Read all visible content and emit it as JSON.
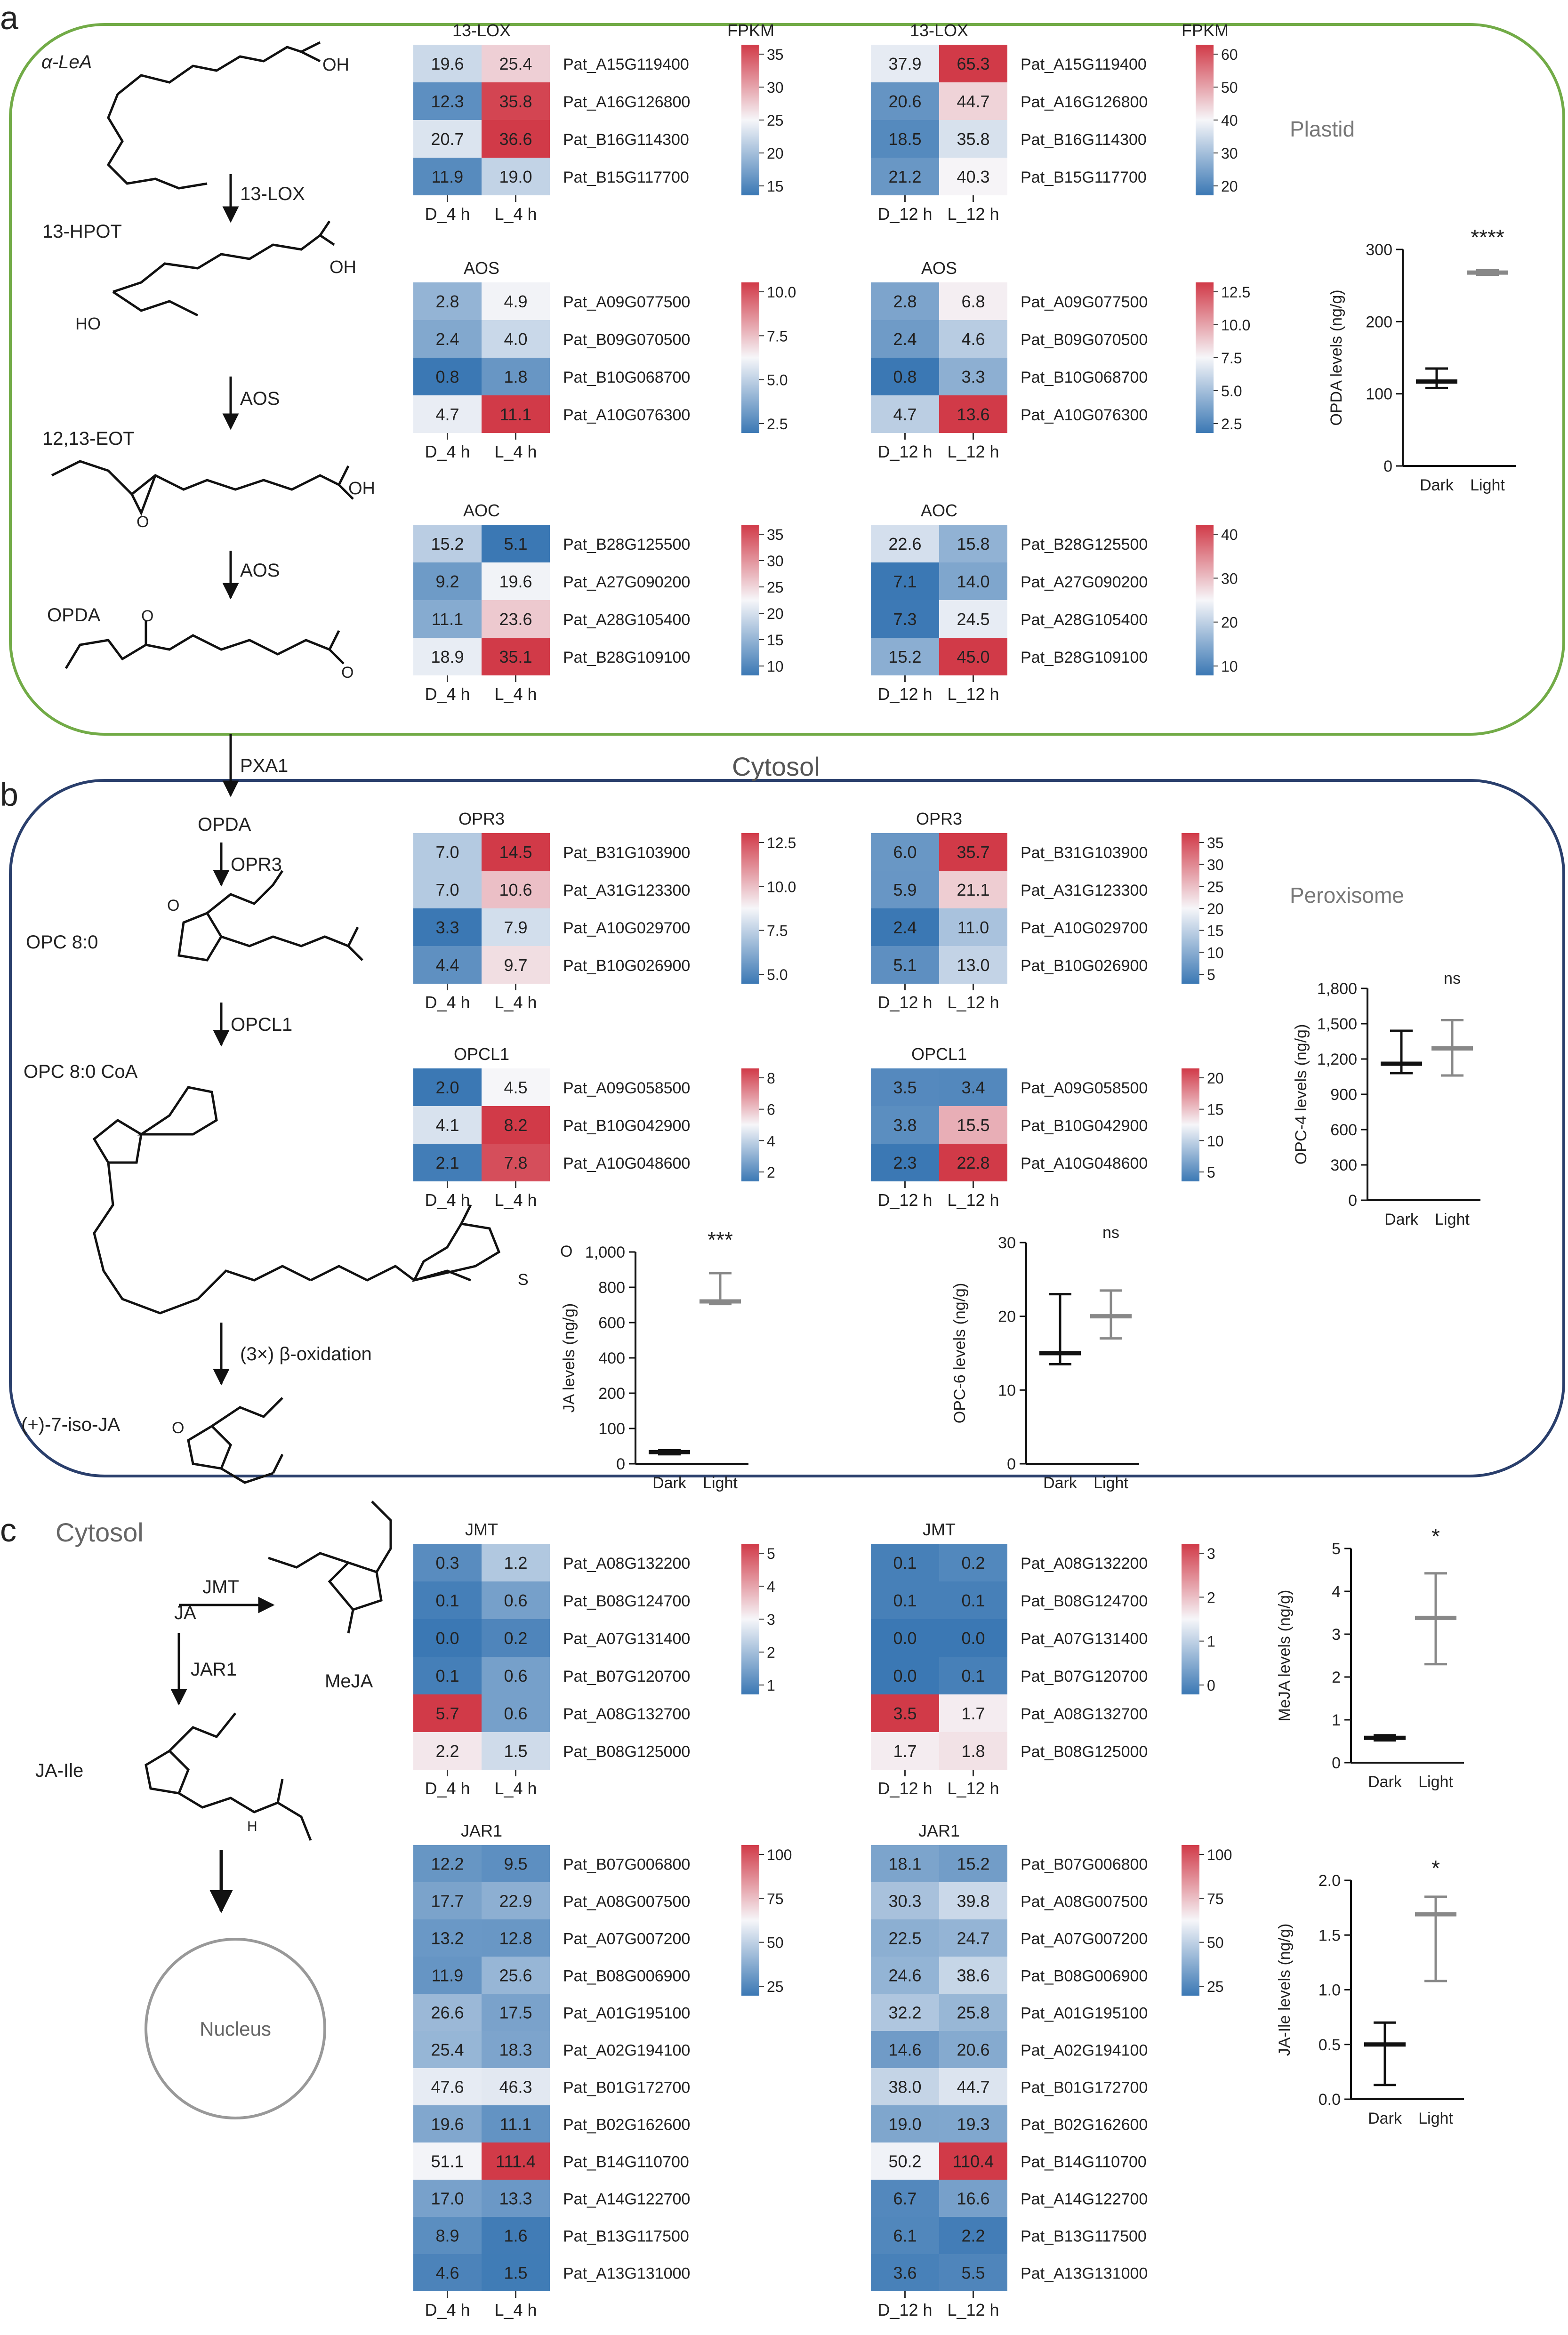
{
  "panels": {
    "a": {
      "letter": "a",
      "compartment": "Plastid",
      "outgoing_enzyme": "PXA1",
      "outgoing_label": "Cytosol",
      "pathway": {
        "metabolites": [
          "α-LeA",
          "13-HPOT",
          "12,13-EOT",
          "OPDA"
        ],
        "enzymes": [
          "13-LOX",
          "AOS",
          "AOS"
        ]
      }
    },
    "b": {
      "letter": "b",
      "compartment": "Peroxisome",
      "pathway": {
        "metabolites": [
          "OPDA",
          "OPC 8:0",
          "OPC 8:0 CoA",
          "(+)-7-iso-JA"
        ],
        "enzymes": [
          "OPR3",
          "OPCL1",
          "(3×) β-oxidation"
        ]
      }
    },
    "c": {
      "letter": "c",
      "compartment": "Cytosol",
      "pathway": {
        "substrate": "JA",
        "enzyme1": "JMT",
        "product1": "MeJA",
        "enzyme2": "JAR1",
        "product2": "JA-Ile",
        "destination": "Nucleus"
      }
    }
  },
  "chart_data": [
    {
      "type": "heatmap",
      "id": "a_lox_4h",
      "title": "13-LOX",
      "unit": "FPKM",
      "columns": [
        "D_4 h",
        "L_4 h"
      ],
      "rows": [
        "Pat_A15G119400",
        "Pat_A16G126800",
        "Pat_B16G114300",
        "Pat_B15G117700"
      ],
      "values": [
        [
          19.6,
          25.4
        ],
        [
          12.3,
          35.8
        ],
        [
          20.7,
          36.6
        ],
        [
          11.9,
          19.0
        ]
      ],
      "colorbar": {
        "min": 10,
        "mid": 22.5,
        "max": 36.6,
        "ticks": [
          "35",
          "30",
          "25",
          "20",
          "15"
        ]
      }
    },
    {
      "type": "heatmap",
      "id": "a_lox_12h",
      "title": "13-LOX",
      "unit": "FPKM",
      "columns": [
        "D_12 h",
        "L_12 h"
      ],
      "rows": [
        "Pat_A15G119400",
        "Pat_A16G126800",
        "Pat_B16G114300",
        "Pat_B15G117700"
      ],
      "values": [
        [
          37.9,
          65.3
        ],
        [
          20.6,
          44.7
        ],
        [
          18.5,
          35.8
        ],
        [
          21.2,
          40.3
        ]
      ],
      "colorbar": {
        "min": 15,
        "mid": 40,
        "max": 65.3,
        "ticks": [
          "60",
          "50",
          "40",
          "30",
          "20"
        ]
      }
    },
    {
      "type": "heatmap",
      "id": "a_aos_4h",
      "title": "AOS",
      "columns": [
        "D_4 h",
        "L_4 h"
      ],
      "rows": [
        "Pat_A09G077500",
        "Pat_B09G070500",
        "Pat_B10G068700",
        "Pat_A10G076300"
      ],
      "values": [
        [
          2.8,
          4.9
        ],
        [
          2.4,
          4.0
        ],
        [
          0.8,
          1.8
        ],
        [
          4.7,
          11.1
        ]
      ],
      "colorbar": {
        "min": 0.8,
        "mid": 5.0,
        "max": 11.1,
        "ticks": [
          "10.0",
          "7.5",
          "5.0",
          "2.5"
        ]
      }
    },
    {
      "type": "heatmap",
      "id": "a_aos_12h",
      "title": "AOS",
      "columns": [
        "D_12 h",
        "L_12 h"
      ],
      "rows": [
        "Pat_A09G077500",
        "Pat_B09G070500",
        "Pat_B10G068700",
        "Pat_A10G076300"
      ],
      "values": [
        [
          2.8,
          6.8
        ],
        [
          2.4,
          4.6
        ],
        [
          0.8,
          3.3
        ],
        [
          4.7,
          13.6
        ]
      ],
      "colorbar": {
        "min": 0.8,
        "mid": 6.5,
        "max": 13.6,
        "ticks": [
          "12.5",
          "10.0",
          "7.5",
          "5.0",
          "2.5"
        ]
      }
    },
    {
      "type": "heatmap",
      "id": "a_aoc_4h",
      "title": "AOC",
      "columns": [
        "D_4 h",
        "L_4 h"
      ],
      "rows": [
        "Pat_B28G125500",
        "Pat_A27G090200",
        "Pat_A28G105400",
        "Pat_B28G109100"
      ],
      "values": [
        [
          15.2,
          5.1
        ],
        [
          9.2,
          19.6
        ],
        [
          11.1,
          23.6
        ],
        [
          18.9,
          35.1
        ]
      ],
      "colorbar": {
        "min": 5.1,
        "mid": 20,
        "max": 35.1,
        "ticks": [
          "35",
          "30",
          "25",
          "20",
          "15",
          "10"
        ]
      }
    },
    {
      "type": "heatmap",
      "id": "a_aoc_12h",
      "title": "AOC",
      "columns": [
        "D_12 h",
        "L_12 h"
      ],
      "rows": [
        "Pat_B28G125500",
        "Pat_A27G090200",
        "Pat_A28G105400",
        "Pat_B28G109100"
      ],
      "values": [
        [
          22.6,
          15.8
        ],
        [
          7.1,
          14.0
        ],
        [
          7.3,
          24.5
        ],
        [
          15.2,
          45.0
        ]
      ],
      "colorbar": {
        "min": 7.1,
        "mid": 26,
        "max": 45.0,
        "ticks": [
          "40",
          "30",
          "20",
          "10"
        ]
      }
    },
    {
      "type": "scatter",
      "id": "opda",
      "ylabel": "OPDA levels (ng/g)",
      "categories": [
        "Dark",
        "Light"
      ],
      "ylim": [
        0,
        300
      ],
      "yticks": [
        "0",
        "100",
        "200",
        "300"
      ],
      "series": [
        {
          "values": [
            {
              "mean": 117,
              "low": 108,
              "high": 135
            },
            {
              "mean": 268,
              "low": 265,
              "high": 271
            }
          ]
        }
      ],
      "significance": "****"
    },
    {
      "type": "heatmap",
      "id": "b_opr3_4h",
      "title": "OPR3",
      "columns": [
        "D_4 h",
        "L_4 h"
      ],
      "rows": [
        "Pat_B31G103900",
        "Pat_A31G123300",
        "Pat_A10G029700",
        "Pat_B10G026900"
      ],
      "values": [
        [
          7.0,
          14.5
        ],
        [
          7.0,
          10.6
        ],
        [
          3.3,
          7.9
        ],
        [
          4.4,
          9.7
        ]
      ],
      "colorbar": {
        "min": 3.3,
        "mid": 9.0,
        "max": 14.5,
        "ticks": [
          "12.5",
          "10.0",
          "7.5",
          "5.0"
        ]
      }
    },
    {
      "type": "heatmap",
      "id": "b_opr3_12h",
      "title": "OPR3",
      "columns": [
        "D_12 h",
        "L_12 h"
      ],
      "rows": [
        "Pat_B31G103900",
        "Pat_A31G123300",
        "Pat_A10G029700",
        "Pat_B10G026900"
      ],
      "values": [
        [
          6.0,
          35.7
        ],
        [
          5.9,
          21.1
        ],
        [
          2.4,
          11.0
        ],
        [
          5.1,
          13.0
        ]
      ],
      "colorbar": {
        "min": 2.4,
        "mid": 17,
        "max": 35.7,
        "ticks": [
          "35",
          "30",
          "25",
          "20",
          "15",
          "10",
          "5"
        ]
      }
    },
    {
      "type": "heatmap",
      "id": "b_opcl1_4h",
      "title": "OPCL1",
      "columns": [
        "D_4 h",
        "L_4 h"
      ],
      "rows": [
        "Pat_A09G058500",
        "Pat_B10G042900",
        "Pat_A10G048600"
      ],
      "values": [
        [
          2.0,
          4.5
        ],
        [
          4.1,
          8.2
        ],
        [
          2.1,
          7.8
        ]
      ],
      "colorbar": {
        "min": 2.0,
        "mid": 4.5,
        "max": 8.2,
        "ticks": [
          "8",
          "6",
          "4",
          "2"
        ]
      }
    },
    {
      "type": "heatmap",
      "id": "b_opcl1_12h",
      "title": "OPCL1",
      "columns": [
        "D_12 h",
        "L_12 h"
      ],
      "rows": [
        "Pat_A09G058500",
        "Pat_B10G042900",
        "Pat_A10G048600"
      ],
      "values": [
        [
          3.5,
          3.4
        ],
        [
          3.8,
          15.5
        ],
        [
          2.3,
          22.8
        ]
      ],
      "colorbar": {
        "min": 2.3,
        "mid": 11,
        "max": 22.8,
        "ticks": [
          "20",
          "15",
          "10",
          "5"
        ]
      }
    },
    {
      "type": "scatter",
      "id": "opc4",
      "ylabel": "OPC-4 levels (ng/g)",
      "categories": [
        "Dark",
        "Light"
      ],
      "ylim": [
        0,
        1800
      ],
      "yticks": [
        "0",
        "300",
        "600",
        "900",
        "1,200",
        "1,500",
        "1,800"
      ],
      "series": [
        {
          "values": [
            {
              "mean": 1160,
              "low": 1080,
              "high": 1440
            },
            {
              "mean": 1290,
              "low": 1060,
              "high": 1530
            }
          ]
        }
      ],
      "significance": "ns"
    },
    {
      "type": "scatter",
      "id": "ja",
      "ylabel": "JA levels (ng/g)",
      "categories": [
        "Dark",
        "Light"
      ],
      "ylim": [
        0,
        1000
      ],
      "yticks": [
        "0",
        "100",
        "200",
        "400",
        "600",
        "800",
        "1,000"
      ],
      "axis_break": [
        100,
        200
      ],
      "series": [
        {
          "values": [
            {
              "mean": 33,
              "low": 27,
              "high": 38
            },
            {
              "mean": 720,
              "low": 705,
              "high": 880
            }
          ]
        }
      ],
      "significance": "***"
    },
    {
      "type": "scatter",
      "id": "opc6",
      "ylabel": "OPC-6 levels (ng/g)",
      "categories": [
        "Dark",
        "Light"
      ],
      "ylim": [
        0,
        30
      ],
      "yticks": [
        "0",
        "10",
        "20",
        "30"
      ],
      "series": [
        {
          "values": [
            {
              "mean": 15,
              "low": 13.5,
              "high": 23
            },
            {
              "mean": 20,
              "low": 17,
              "high": 23.5
            }
          ]
        }
      ],
      "significance": "ns"
    },
    {
      "type": "heatmap",
      "id": "c_jmt_4h",
      "title": "JMT",
      "columns": [
        "D_4 h",
        "L_4 h"
      ],
      "rows": [
        "Pat_A08G132200",
        "Pat_B08G124700",
        "Pat_A07G131400",
        "Pat_B07G120700",
        "Pat_A08G132700",
        "Pat_B08G125000"
      ],
      "values": [
        [
          0.3,
          1.2
        ],
        [
          0.1,
          0.6
        ],
        [
          0.0,
          0.2
        ],
        [
          0.1,
          0.6
        ],
        [
          5.7,
          0.6
        ],
        [
          2.2,
          1.5
        ]
      ],
      "colorbar": {
        "min": 0.0,
        "mid": 1.9,
        "max": 5.7,
        "ticks": [
          "5",
          "4",
          "3",
          "2",
          "1"
        ]
      }
    },
    {
      "type": "heatmap",
      "id": "c_jmt_12h",
      "title": "JMT",
      "columns": [
        "D_12 h",
        "L_12 h"
      ],
      "rows": [
        "Pat_A08G132200",
        "Pat_B08G124700",
        "Pat_A07G131400",
        "Pat_B07G120700",
        "Pat_A08G132700",
        "Pat_B08G125000"
      ],
      "values": [
        [
          0.1,
          0.2
        ],
        [
          0.1,
          0.1
        ],
        [
          0.0,
          0.0
        ],
        [
          0.0,
          0.1
        ],
        [
          3.5,
          1.7
        ],
        [
          1.7,
          1.8
        ]
      ],
      "colorbar": {
        "min": 0.0,
        "mid": 1.6,
        "max": 3.5,
        "ticks": [
          "3",
          "2",
          "1",
          "0"
        ]
      }
    },
    {
      "type": "scatter",
      "id": "meja",
      "ylabel": "MeJA levels (ng/g)",
      "categories": [
        "Dark",
        "Light"
      ],
      "ylim": [
        0,
        5
      ],
      "yticks": [
        "0",
        "1",
        "2",
        "3",
        "4",
        "5"
      ],
      "series": [
        {
          "values": [
            {
              "mean": 0.58,
              "low": 0.52,
              "high": 0.64
            },
            {
              "mean": 3.38,
              "low": 2.3,
              "high": 4.42
            }
          ]
        }
      ],
      "significance": "*"
    },
    {
      "type": "heatmap",
      "id": "c_jar1_4h",
      "title": "JAR1",
      "columns": [
        "D_4 h",
        "L_4 h"
      ],
      "rows": [
        "Pat_B07G006800",
        "Pat_A08G007500",
        "Pat_A07G007200",
        "Pat_B08G006900",
        "Pat_A01G195100",
        "Pat_A02G194100",
        "Pat_B01G172700",
        "Pat_B02G162600",
        "Pat_B14G110700",
        "Pat_A14G122700",
        "Pat_B13G117500",
        "Pat_A13G131000"
      ],
      "values": [
        [
          12.2,
          9.5
        ],
        [
          17.7,
          22.9
        ],
        [
          13.2,
          12.8
        ],
        [
          11.9,
          25.6
        ],
        [
          26.6,
          17.5
        ],
        [
          25.4,
          18.3
        ],
        [
          47.6,
          46.3
        ],
        [
          19.6,
          11.1
        ],
        [
          51.1,
          111.4
        ],
        [
          17.0,
          13.3
        ],
        [
          8.9,
          1.6
        ],
        [
          4.6,
          1.5
        ]
      ],
      "colorbar": {
        "min": 0,
        "mid": 52,
        "max": 104,
        "ticks": [
          "100",
          "75",
          "50",
          "25"
        ]
      }
    },
    {
      "type": "heatmap",
      "id": "c_jar1_12h",
      "title": "JAR1",
      "columns": [
        "D_12 h",
        "L_12 h"
      ],
      "rows": [
        "Pat_B07G006800",
        "Pat_A08G007500",
        "Pat_A07G007200",
        "Pat_B08G006900",
        "Pat_A01G195100",
        "Pat_A02G194100",
        "Pat_B01G172700",
        "Pat_B02G162600",
        "Pat_B14G110700",
        "Pat_A14G122700",
        "Pat_B13G117500",
        "Pat_A13G131000"
      ],
      "values": [
        [
          18.1,
          15.2
        ],
        [
          30.3,
          39.8
        ],
        [
          22.5,
          24.7
        ],
        [
          24.6,
          38.6
        ],
        [
          32.2,
          25.8
        ],
        [
          14.6,
          20.6
        ],
        [
          38.0,
          44.7
        ],
        [
          19.0,
          19.3
        ],
        [
          50.2,
          110.4
        ],
        [
          6.7,
          16.6
        ],
        [
          6.1,
          2.2
        ],
        [
          3.6,
          5.5
        ]
      ],
      "colorbar": {
        "min": 0,
        "mid": 52,
        "max": 104,
        "ticks": [
          "100",
          "75",
          "50",
          "25"
        ]
      }
    },
    {
      "type": "scatter",
      "id": "jaile",
      "ylabel": "JA-Ile levels (ng/g)",
      "categories": [
        "Dark",
        "Light"
      ],
      "ylim": [
        0,
        2.0
      ],
      "yticks": [
        "0.0",
        "0.5",
        "1.0",
        "1.5",
        "2.0"
      ],
      "series": [
        {
          "values": [
            {
              "mean": 0.5,
              "low": 0.13,
              "high": 0.7
            },
            {
              "mean": 1.69,
              "low": 1.08,
              "high": 1.85
            }
          ]
        }
      ],
      "significance": "*"
    }
  ]
}
